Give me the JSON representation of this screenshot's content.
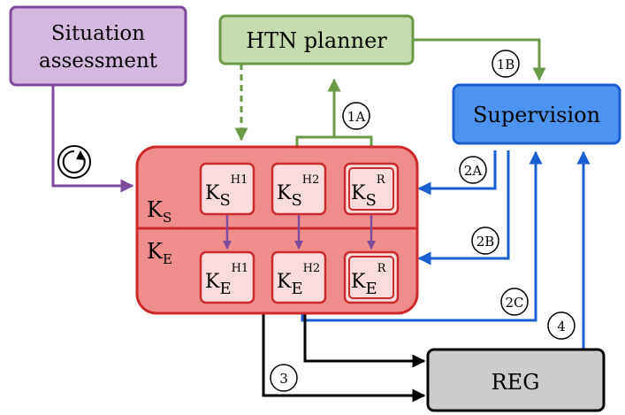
{
  "nodes": {
    "situation": {
      "line1": "Situation",
      "line2": "assessment"
    },
    "htn": {
      "label": "HTN planner"
    },
    "supervision": {
      "label": "Supervision"
    },
    "reg": {
      "label": "REG"
    },
    "ks": {
      "main": "K",
      "sub": "S"
    },
    "ke": {
      "main": "K",
      "sub": "E"
    },
    "ks_h1": {
      "main": "K",
      "sub": "S",
      "sup": "H1"
    },
    "ks_h2": {
      "main": "K",
      "sub": "S",
      "sup": "H2"
    },
    "ks_r": {
      "main": "K",
      "sub": "S",
      "sup": "R"
    },
    "ke_h1": {
      "main": "K",
      "sub": "E",
      "sup": "H1"
    },
    "ke_h2": {
      "main": "K",
      "sub": "E",
      "sup": "H2"
    },
    "ke_r": {
      "main": "K",
      "sub": "E",
      "sup": "R"
    }
  },
  "edge_labels": {
    "e1a": "1A",
    "e1b": "1B",
    "e2a": "2A",
    "e2b": "2B",
    "e2c": "2C",
    "e3": "3",
    "e4": "4"
  },
  "colors": {
    "purple_fill": "#d5b8e0",
    "purple_stroke": "#7e4a9c",
    "green_fill": "#c5dcae",
    "green_stroke": "#6a9a45",
    "blue_fill": "#4d94f0",
    "blue_stroke": "#1a5fd0",
    "red_fill": "#f08e8e",
    "red_stroke": "#cc2b2b",
    "node_fill": "#fadcdc",
    "gray_fill": "#cccccc",
    "black": "#000000"
  }
}
